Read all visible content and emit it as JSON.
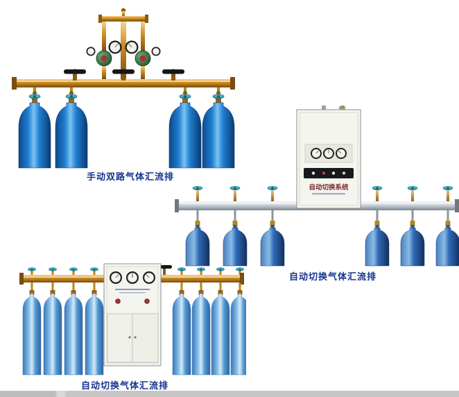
{
  "page": {
    "background": "#ffffff",
    "bottom_bar_color": "#c6c6c6"
  },
  "colors": {
    "caption_text": "#16338e",
    "brass_pipe": "#cf8f24",
    "silver_pipe": "#c3cad0",
    "teal_handwheel": "#2fa8bf",
    "cylinder_blue_dark": "#1f7fd2",
    "cylinder_blue_light": "#7cc2f2",
    "cabinet_body": "#f5f5f0",
    "cabinet_label_text": "#7d2d2d"
  },
  "products": [
    {
      "id": "manual-dual-manifold",
      "caption": "手动双路气体汇流排",
      "cylinders": 4,
      "pressure_gauges": 4,
      "black_valve_handles": 3,
      "regulators": 2
    },
    {
      "id": "auto-switch-manifold-wall-cabinet",
      "caption": "自动切换气体汇流排",
      "cabinet_label": "自动切换系统",
      "cylinders": 6,
      "pressure_gauges": 3,
      "indicator_lights": 4
    },
    {
      "id": "auto-switch-manifold-floor-cabinet",
      "caption": "自动切换气体汇流排",
      "cylinders": 8,
      "pressure_gauges": 3,
      "black_valve_handles": 1
    }
  ]
}
